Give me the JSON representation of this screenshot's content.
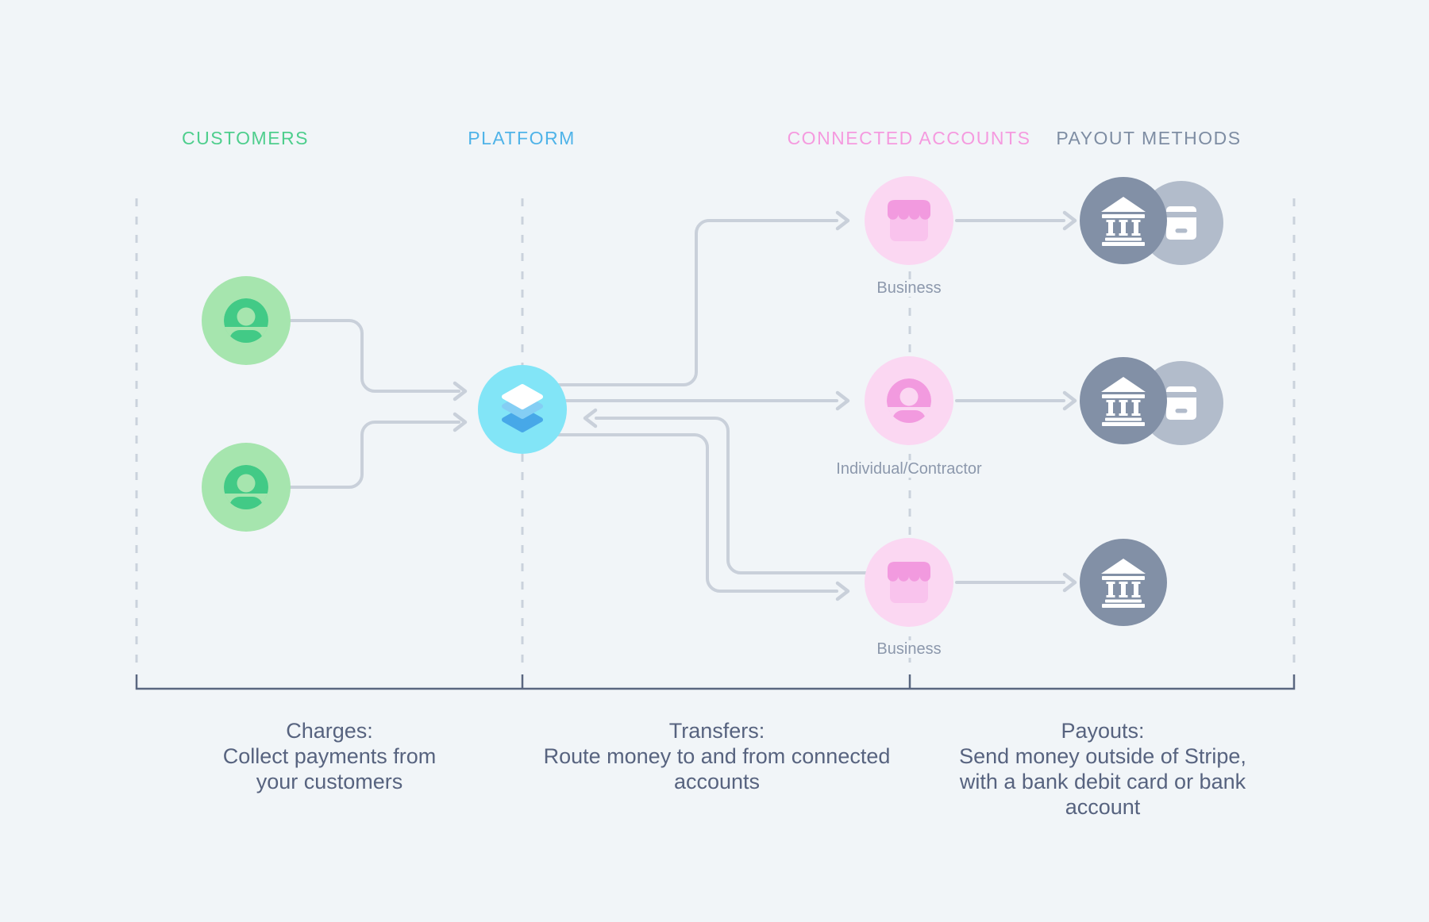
{
  "columns": [
    {
      "title": "CUSTOMERS",
      "color": "#4ECE8D"
    },
    {
      "title": "PLATFORM",
      "color": "#4FB3E8"
    },
    {
      "title": "CONNECTED ACCOUNTS",
      "color": "#F59ADF"
    },
    {
      "title": "PAYOUT METHODS",
      "color": "#7E8DA3"
    }
  ],
  "customers": [
    {
      "icon": "person-icon"
    },
    {
      "icon": "person-icon"
    }
  ],
  "platform": {
    "icon": "layers-icon"
  },
  "connected_accounts": [
    {
      "label": "Business",
      "icon": "storefront-icon"
    },
    {
      "label": "Individual/Contractor",
      "icon": "person-icon"
    },
    {
      "label": "Business",
      "icon": "storefront-icon"
    }
  ],
  "payout_methods": [
    {
      "icons": [
        "bank-icon",
        "credit-card-icon"
      ]
    },
    {
      "icons": [
        "bank-icon",
        "credit-card-icon"
      ]
    },
    {
      "icons": [
        "bank-icon"
      ]
    }
  ],
  "captions": [
    {
      "text": "Charges:\nCollect payments from\nyour customers"
    },
    {
      "text": "Transfers:\nRoute money to and from connected\naccounts"
    },
    {
      "text": "Payouts:\nSend money outside of Stripe,\nwith a bank debit card or bank\naccount"
    }
  ],
  "colors": {
    "bg": "#F1F5F8",
    "line": "#C9D0DA",
    "dash": "#CAD2DC",
    "bracket": "#5A6780",
    "caption-text": "#57637F",
    "label-text": "#8C98AC",
    "header-green": "#4ECE8D",
    "header-blue": "#4FB3E8",
    "header-pink": "#F59ADF",
    "header-slate": "#7E8DA3",
    "customer-fill": "#A6E5AE",
    "customer-icon": "#42CA86",
    "platform-fill": "#82E5F7",
    "layer-top": "#FFFFFF",
    "layer-mid": "#84CEF4",
    "layer-bottom": "#47A8E8",
    "account-fill": "#FBD7F2",
    "account-icon": "#F29ADF",
    "storefront-body": "#F9C3ED",
    "bank-fill": "#8290A6",
    "card-fill": "#B2BCCB",
    "icon-white": "#FFFFFF"
  }
}
